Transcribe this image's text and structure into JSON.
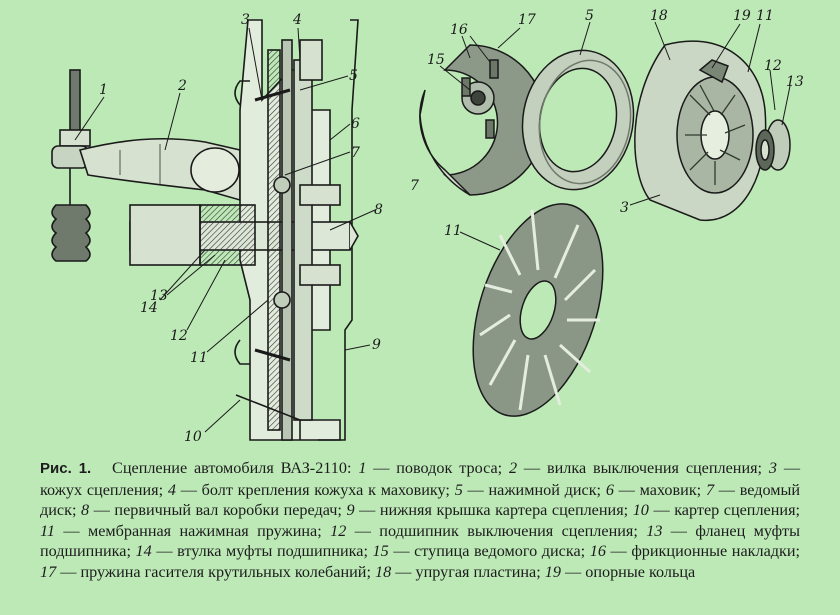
{
  "labels": {
    "l1": "1",
    "l2": "2",
    "l3": "3",
    "l4": "4",
    "l5": "5",
    "l6": "6",
    "l7": "7",
    "l8": "8",
    "l9": "9",
    "l10": "10",
    "l11": "11",
    "l12": "12",
    "l13": "13",
    "l14": "14",
    "r16": "16",
    "r17": "17",
    "r15": "15",
    "r7": "7",
    "r5": "5",
    "r18": "18",
    "r19": "19",
    "r11": "11",
    "r12": "12",
    "r13": "13",
    "r3": "3",
    "r11b": "11"
  },
  "caption": {
    "figure_label": "Рис. 1.",
    "title": "Сцепление автомобиля ВАЗ-2110:",
    "items": [
      {
        "num": "1",
        "text": "поводок троса;"
      },
      {
        "num": "2",
        "text": "вилка выключения сцепления;"
      },
      {
        "num": "3",
        "text": "кожух сцепления;"
      },
      {
        "num": "4",
        "text": "болт крепления кожуха к маховику;"
      },
      {
        "num": "5",
        "text": "нажимной диск;"
      },
      {
        "num": "6",
        "text": "маховик;"
      },
      {
        "num": "7",
        "text": "ведомый диск;"
      },
      {
        "num": "8",
        "text": "первичный вал коробки передач;"
      },
      {
        "num": "9",
        "text": "нижняя крышка картера сцепления;"
      },
      {
        "num": "10",
        "text": "картер сцепления;"
      },
      {
        "num": "11",
        "text": "мембранная нажимная пружина;"
      },
      {
        "num": "12",
        "text": "подшипник выключения сцепления;"
      },
      {
        "num": "13",
        "text": "фланец муфты подшипника;"
      },
      {
        "num": "14",
        "text": "втулка муфты подшипника;"
      },
      {
        "num": "15",
        "text": "ступица ведомого диска;"
      },
      {
        "num": "16",
        "text": "фрикционные накладки;"
      },
      {
        "num": "17",
        "text": "пружина гасителя крутильных колебаний;"
      },
      {
        "num": "18",
        "text": "упругая пластина;"
      },
      {
        "num": "19",
        "text": "опорные кольца"
      }
    ]
  },
  "colors": {
    "background": "#bde9b7",
    "ink": "#1a1a1a",
    "part_fill": "#d6e2cf",
    "shade": "#7f8a7a"
  }
}
